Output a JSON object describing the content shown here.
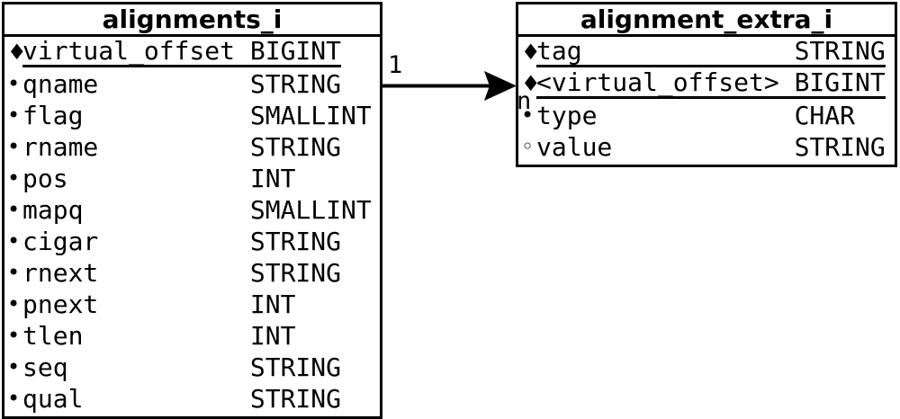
{
  "diagram": {
    "background_color": "#ffffff",
    "foreground_color": "#000000"
  },
  "tables": [
    {
      "name": "alignments_i",
      "columns": [
        {
          "bullet": "diamond",
          "name": "virtual_offset",
          "type": "BIGINT",
          "primary_key": true
        },
        {
          "bullet": "dot",
          "name": "qname",
          "type": "STRING",
          "primary_key": false
        },
        {
          "bullet": "dot",
          "name": "flag",
          "type": "SMALLINT",
          "primary_key": false
        },
        {
          "bullet": "dot",
          "name": "rname",
          "type": "STRING",
          "primary_key": false
        },
        {
          "bullet": "dot",
          "name": "pos",
          "type": "INT",
          "primary_key": false
        },
        {
          "bullet": "dot",
          "name": "mapq",
          "type": "SMALLINT",
          "primary_key": false
        },
        {
          "bullet": "dot",
          "name": "cigar",
          "type": "STRING",
          "primary_key": false
        },
        {
          "bullet": "dot",
          "name": "rnext",
          "type": "STRING",
          "primary_key": false
        },
        {
          "bullet": "dot",
          "name": "pnext",
          "type": "INT",
          "primary_key": false
        },
        {
          "bullet": "dot",
          "name": "tlen",
          "type": "INT",
          "primary_key": false
        },
        {
          "bullet": "dot",
          "name": "seq",
          "type": "STRING",
          "primary_key": false
        },
        {
          "bullet": "dot",
          "name": "qual",
          "type": "STRING",
          "primary_key": false
        }
      ]
    },
    {
      "name": "alignment_extra_i",
      "columns": [
        {
          "bullet": "diamond",
          "name": "tag",
          "type": "STRING",
          "primary_key": true
        },
        {
          "bullet": "diamond",
          "name": "<virtual_offset>",
          "type": "BIGINT",
          "primary_key": true
        },
        {
          "bullet": "dot",
          "name": "type",
          "type": "CHAR",
          "primary_key": false
        },
        {
          "bullet": "circle",
          "name": "value",
          "type": "STRING",
          "primary_key": false
        }
      ]
    }
  ],
  "relationship": {
    "from_table": "alignments_i",
    "to_table": "alignment_extra_i",
    "from_cardinality": "1",
    "to_cardinality": "n"
  },
  "bullet_glyphs": {
    "diamond": "♦",
    "dot": "•",
    "circle": "◦"
  }
}
